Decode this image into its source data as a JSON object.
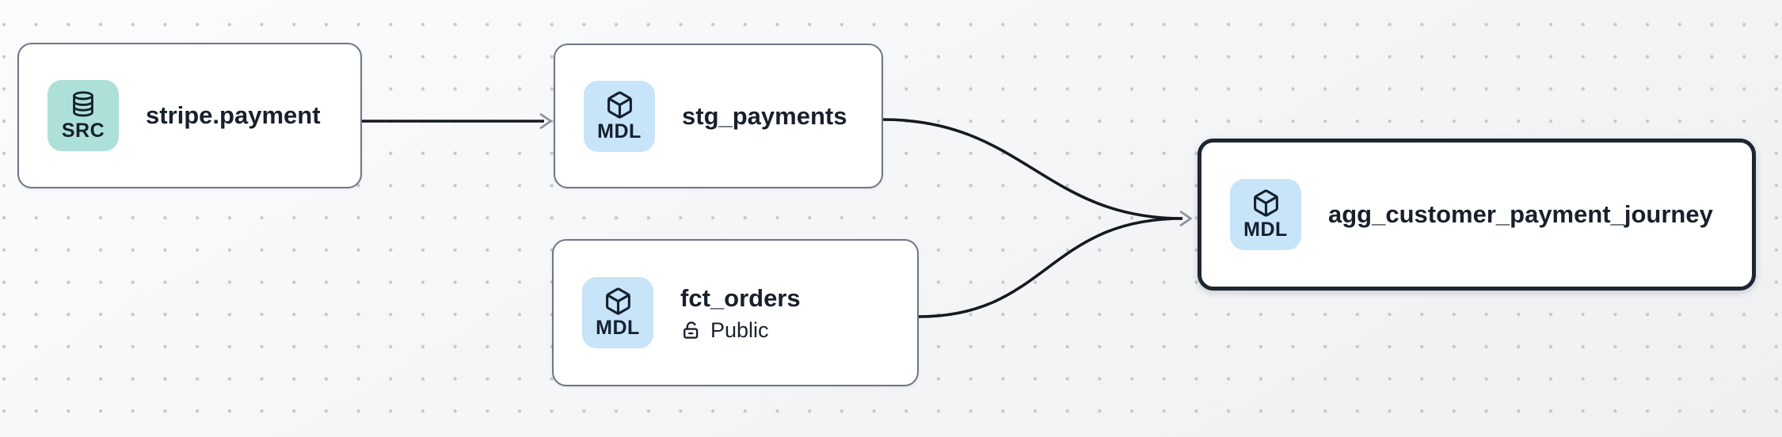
{
  "canvas": {
    "type": "lineage-graph",
    "background_color": "#f5f6f8",
    "dot_color": "#c5c9d0",
    "edge_color": "#151a21",
    "arrowhead_color": "#8b919c",
    "node_border_color": "#6f7786",
    "selected_border_color": "#1d2633",
    "text_color": "#18202c",
    "src_badge_color": "#aee0da",
    "mdl_badge_color": "#c7e4f8"
  },
  "nodes": [
    {
      "id": "stripe.payment",
      "label": "stripe.payment",
      "badge": "SRC",
      "icon": "database",
      "selected": false
    },
    {
      "id": "stg_payments",
      "label": "stg_payments",
      "badge": "MDL",
      "icon": "cube",
      "selected": false
    },
    {
      "id": "fct_orders",
      "label": "fct_orders",
      "badge": "MDL",
      "icon": "cube",
      "access": "Public",
      "selected": false
    },
    {
      "id": "agg_customer_payment_journey",
      "label": "agg_customer_payment_journey",
      "badge": "MDL",
      "icon": "cube",
      "selected": true
    }
  ],
  "edges": [
    {
      "from": "stripe.payment",
      "to": "stg_payments"
    },
    {
      "from": "stg_payments",
      "to": "agg_customer_payment_journey"
    },
    {
      "from": "fct_orders",
      "to": "agg_customer_payment_journey"
    }
  ]
}
